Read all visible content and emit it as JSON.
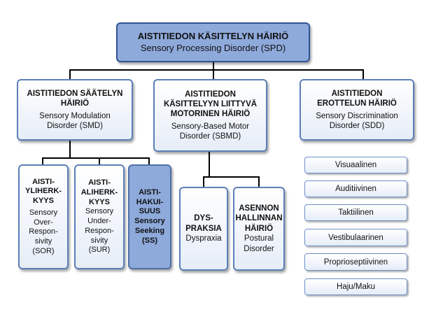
{
  "root": {
    "fi": "AISTITIEDON KÄSITTELYN HÄIRIÖ",
    "en": "Sensory Processing Disorder (SPD)"
  },
  "categories": [
    {
      "fi": "AISTITIEDON SÄÄTELYN\nHÄIRIÖ",
      "en": "Sensory Modulation\nDisorder (SMD)"
    },
    {
      "fi": "AISTITIEDON\nKÄSITTELYYN LIITTYVÄ\nMOTORINEN HÄIRIÖ",
      "en": "Sensory-Based Motor\nDisorder (SBMD)"
    },
    {
      "fi": "AISTITIEDON\nEROTTELUN HÄIRIÖ",
      "en": "Sensory Discrimination\nDisorder (SDD)"
    }
  ],
  "modulation_subtypes": [
    {
      "fi": "AISTI-\nYLIHERK-\nKYYS",
      "en": "Sensory\nOver-\nRespon-\nsivity\n(SOR)"
    },
    {
      "fi": "AISTI-\nALIHERK-\nKYYS",
      "en": "Sensory\nUnder-\nRespon-\nsivity\n(SUR)"
    },
    {
      "fi": "AISTI-\nHAKUI-\nSUUS\nSensory\nSeeking\n(SS)",
      "en": ""
    }
  ],
  "motor_subtypes": [
    {
      "fi": "DYS-\nPRAKSIA",
      "en": "Dyspraxia"
    },
    {
      "fi": "ASENNON\nHALLINNAN\nHÄIRIÖ",
      "en": "Postural\nDisorder"
    }
  ],
  "discrimination_subtypes": [
    "Visuaalinen",
    "Auditiivinen",
    "Taktiilinen",
    "Vestibulaarinen",
    "Proprioseptiivinen",
    "Haju/Maku"
  ],
  "colors": {
    "border": "#5b7fb8",
    "highlight": "#8eaadb",
    "connector": "#000000"
  }
}
